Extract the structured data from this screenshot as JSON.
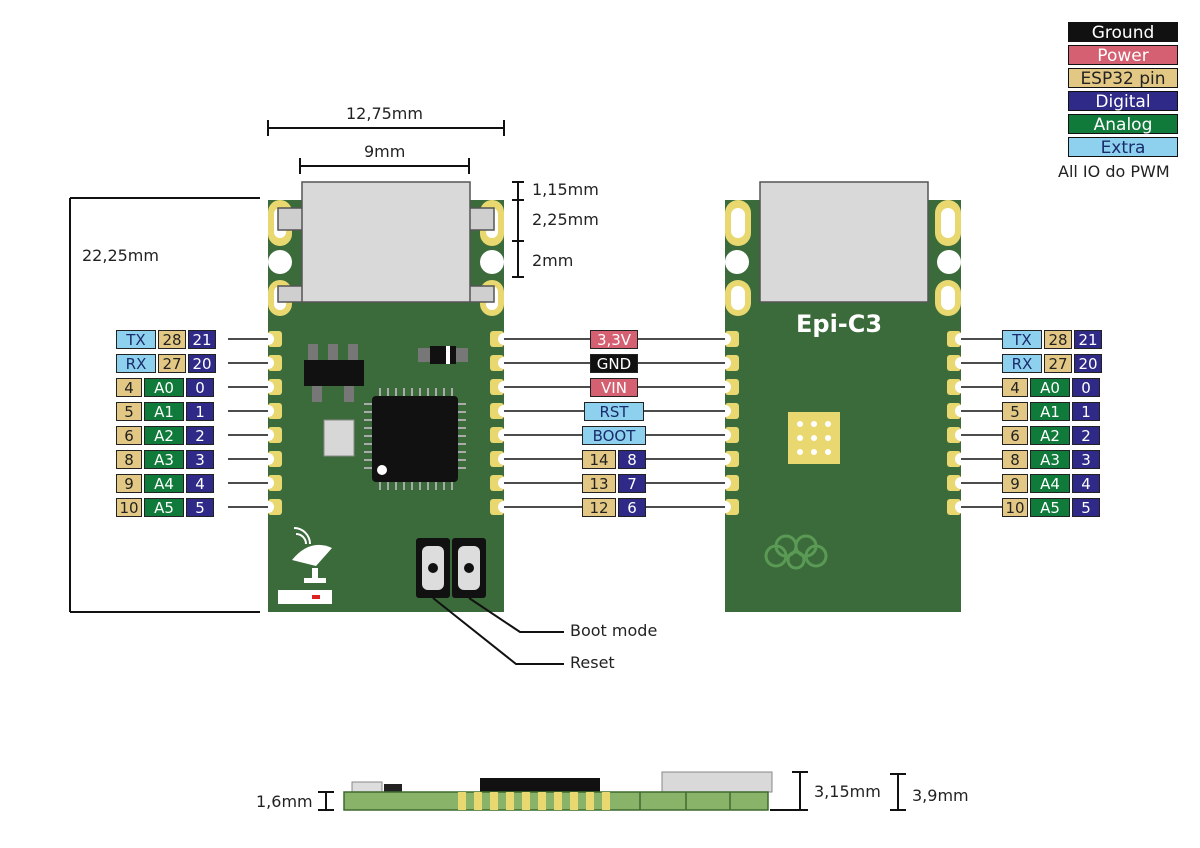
{
  "legend": {
    "items": [
      {
        "label": "Ground",
        "color": "#111111",
        "text_color": "#ffffff"
      },
      {
        "label": "Power",
        "color": "#d46072",
        "text_color": "#ffffff"
      },
      {
        "label": "ESP32 pin",
        "color": "#e3c885",
        "text_color": "#222222"
      },
      {
        "label": "Digital",
        "color": "#2f2a87",
        "text_color": "#ffffff"
      },
      {
        "label": "Analog",
        "color": "#0f7a3a",
        "text_color": "#ffffff"
      },
      {
        "label": "Extra",
        "color": "#8ed1ee",
        "text_color": "#1a2b6b"
      }
    ],
    "note": "All IO do PWM"
  },
  "dimensions": {
    "width_outer": "12,75mm",
    "width_inner": "9mm",
    "height": "22,25mm",
    "usb_top": "1,15mm",
    "usb_mid": "2,25mm",
    "usb_low": "2mm",
    "pcb_thickness": "1,6mm",
    "usb_height": "3,15mm",
    "total_height": "3,9mm"
  },
  "board_name": "Epi-C3",
  "buttons": {
    "boot": "Boot mode",
    "reset": "Reset"
  },
  "left_pins": [
    [
      "TX",
      "28",
      "21"
    ],
    [
      "RX",
      "27",
      "20"
    ],
    [
      "4",
      "A0",
      "0"
    ],
    [
      "5",
      "A1",
      "1"
    ],
    [
      "6",
      "A2",
      "2"
    ],
    [
      "8",
      "A3",
      "3"
    ],
    [
      "9",
      "A4",
      "4"
    ],
    [
      "10",
      "A5",
      "5"
    ]
  ],
  "middle_pins": {
    "single": [
      "3,3V",
      "GND",
      "VIN",
      "RST",
      "BOOT"
    ],
    "pairs": [
      [
        "14",
        "8"
      ],
      [
        "13",
        "7"
      ],
      [
        "12",
        "6"
      ]
    ]
  },
  "colors": {
    "pcb": "#3b6b3a",
    "pad": "#e9d870",
    "usb": "#d6d6d6"
  }
}
